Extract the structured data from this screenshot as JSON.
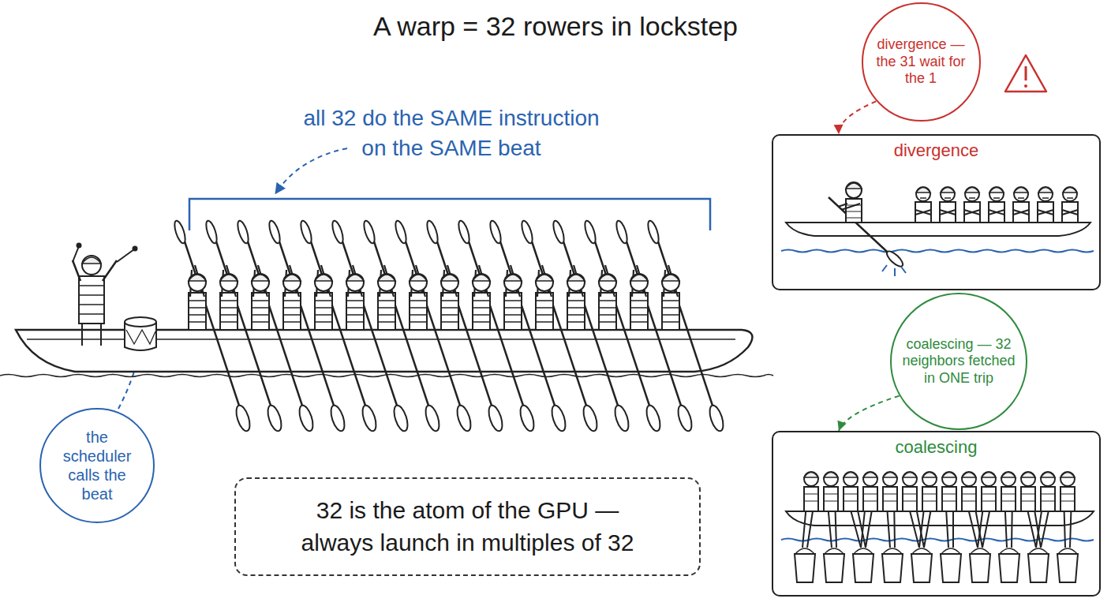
{
  "diagram": {
    "title": "A warp = 32 rowers in lockstep",
    "nodes": [
      {
        "text": [
          "divergence — the 31 wait for the 1"
        ]
      },
      {
        "text": [
          "divergence"
        ]
      },
      {
        "text": [
          "coalescing — 32 neighbors fetched in ONE trip"
        ]
      },
      {
        "text": [
          "coalescing"
        ]
      },
      {
        "text": [
          "the scheduler calls the beat"
        ]
      },
      {
        "text": [
          "32 is the atom of the GPU — always launch in multiples of 32"
        ]
      }
    ],
    "edges": [
      {
        "from": 0,
        "to": 1,
        "arrow": "to"
      },
      {
        "from": 2,
        "to": 3,
        "arrow": "to"
      }
    ],
    "labels": [
      "all 32 do the SAME instruction on the SAME beat"
    ]
  }
}
